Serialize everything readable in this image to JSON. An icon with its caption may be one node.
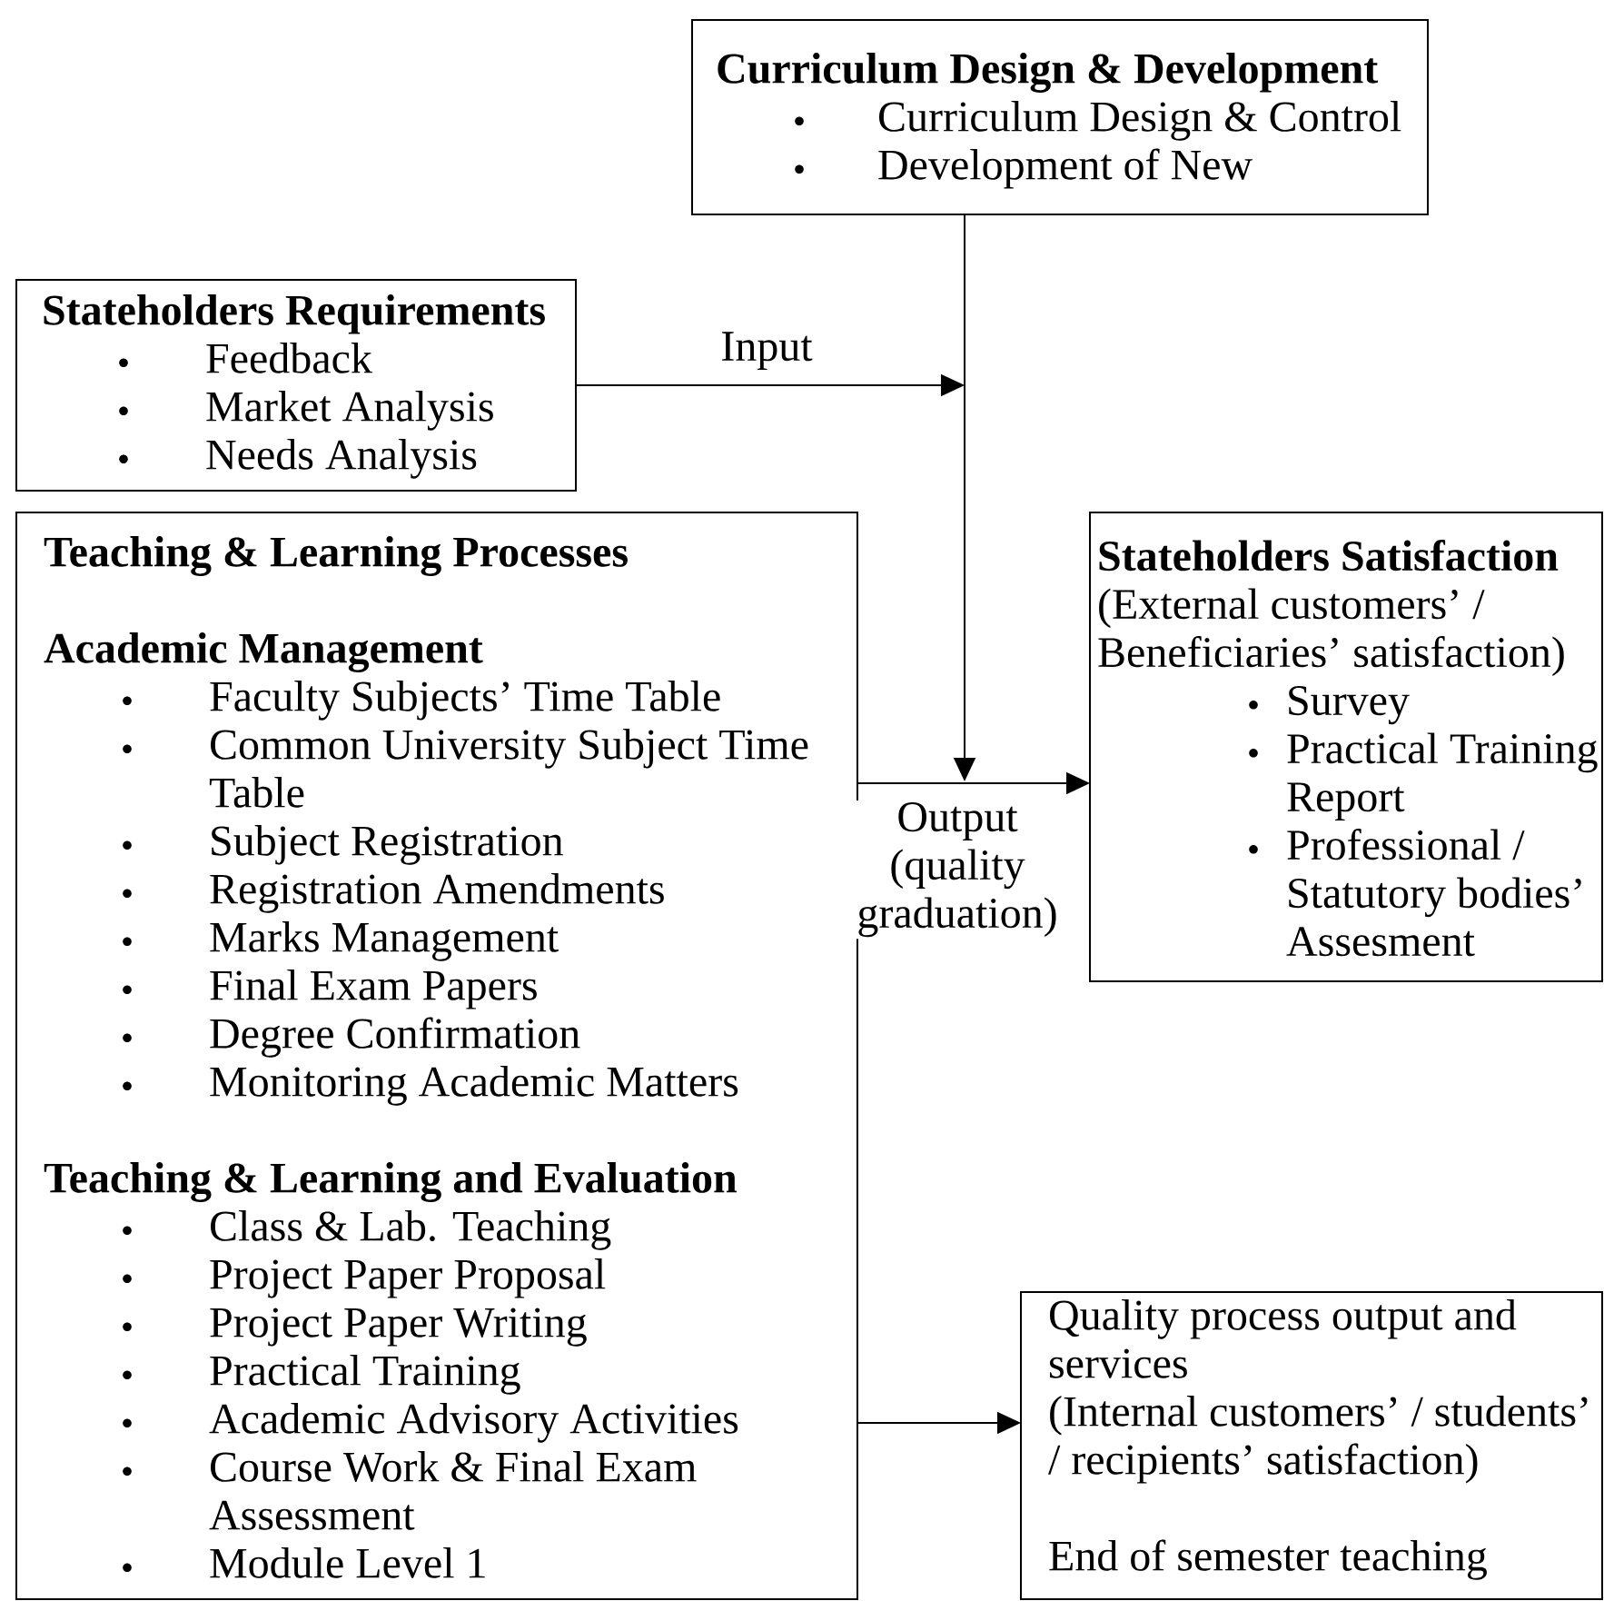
{
  "diagram": {
    "nodes": [
      {
        "text": [
          "Curriculum Design & Development",
          "Curriculum Design & Control",
          "Development of New"
        ]
      },
      {
        "text": [
          "Stateholders Requirements",
          "Feedback",
          "Market Analysis",
          "Needs Analysis"
        ]
      },
      {
        "text": [
          "Teaching & Learning Processes",
          "Academic Management",
          "Faculty Subjects’ Time Table",
          "Common University Subject Time Table",
          "Subject Registration",
          "Registration Amendments",
          "Marks Management",
          "Final Exam Papers",
          "Degree Confirmation",
          "Monitoring Academic Matters",
          "Teaching & Learning and Evaluation",
          "Class & Lab. Teaching",
          "Project Paper Proposal",
          "Project Paper Writing",
          "Practical Training",
          "Academic Advisory Activities",
          "Course Work & Final Exam Assessment",
          "Module Level 1"
        ]
      },
      {
        "text": [
          "Stateholders Satisfaction",
          "(External customers’ / Beneficiaries’ satisfaction)",
          "Survey",
          "Practical Training Report",
          "Professional / Statutory bodies’ Assesment"
        ]
      },
      {
        "text": [
          "Quality process output and services",
          "(Internal customers’ / students’ / recipients’ satisfaction)",
          "End of semester teaching"
        ]
      }
    ],
    "edges": [
      {
        "from": 1,
        "to": null,
        "arrow": "to",
        "label": "Input"
      },
      {
        "from": 0,
        "to": null,
        "arrow": "to"
      },
      {
        "from": 2,
        "to": 3,
        "arrow": "to",
        "label": "Output (quality graduation)"
      },
      {
        "from": 2,
        "to": 4,
        "arrow": "to"
      }
    ]
  }
}
